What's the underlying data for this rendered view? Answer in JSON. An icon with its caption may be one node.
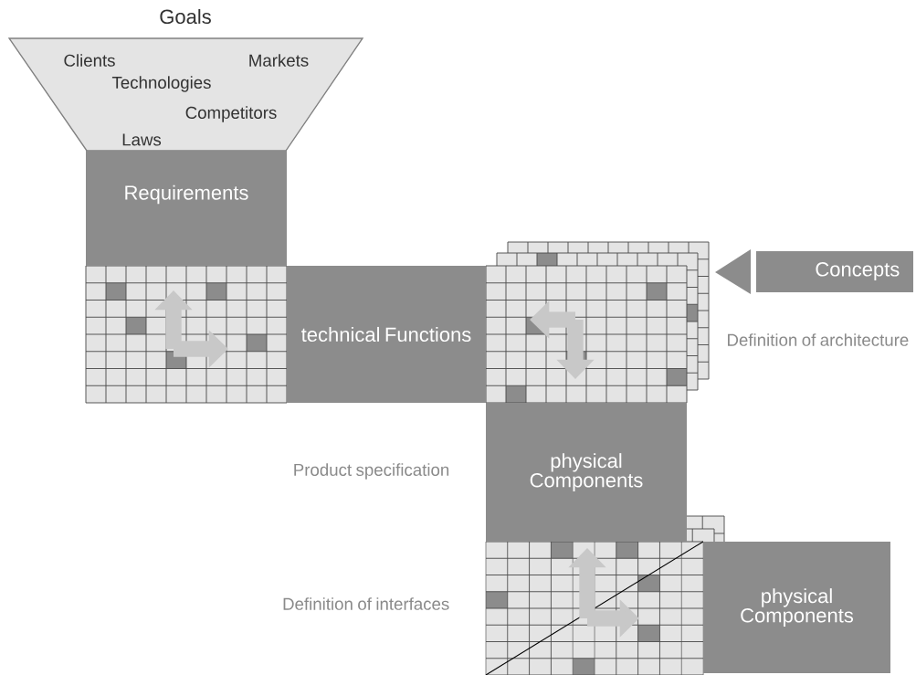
{
  "diagram": {
    "nodes": [
      {
        "text": [
          "Goals",
          "Clients",
          "Markets",
          "Technologies",
          "Competitors",
          "Laws"
        ]
      },
      {
        "text": [
          "Requirements"
        ]
      },
      {
        "text": [
          "technical Functions"
        ]
      },
      {
        "text": [
          "Concepts"
        ]
      },
      {
        "text": [
          "physical Components"
        ]
      },
      {
        "text": [
          "physical Components"
        ]
      }
    ],
    "labels": [
      "Definition of architecture",
      "Product specification",
      "Definition of interfaces"
    ]
  }
}
